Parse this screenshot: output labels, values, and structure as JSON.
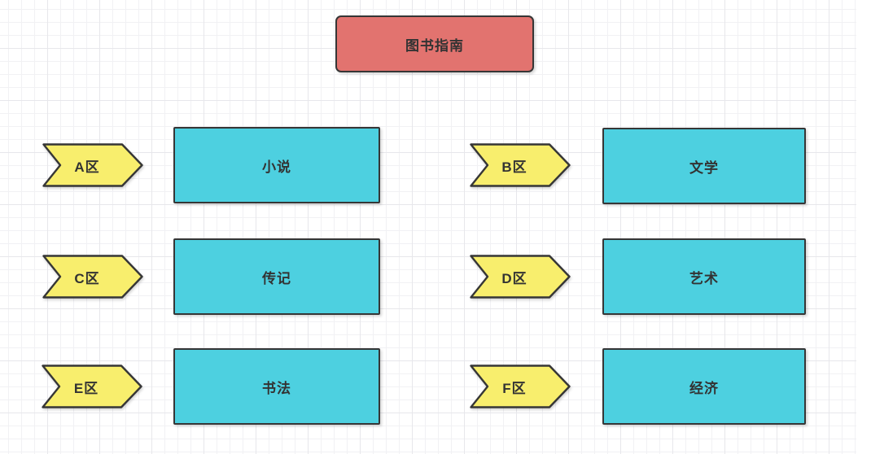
{
  "diagram": {
    "title": "图书指南",
    "pairs": [
      {
        "zone": "A区",
        "category": "小说"
      },
      {
        "zone": "B区",
        "category": "文学"
      },
      {
        "zone": "C区",
        "category": "传记"
      },
      {
        "zone": "D区",
        "category": "艺术"
      },
      {
        "zone": "E区",
        "category": "书法"
      },
      {
        "zone": "F区",
        "category": "经济"
      }
    ],
    "colors": {
      "title_fill": "#e2736f",
      "zone_fill": "#f8ee6d",
      "category_fill": "#4dd0e0",
      "stroke": "#363636",
      "text": "#333333",
      "grid_minor": "#f1f1f4",
      "grid_major": "#e7e7eb",
      "background": "#ffffff"
    }
  }
}
